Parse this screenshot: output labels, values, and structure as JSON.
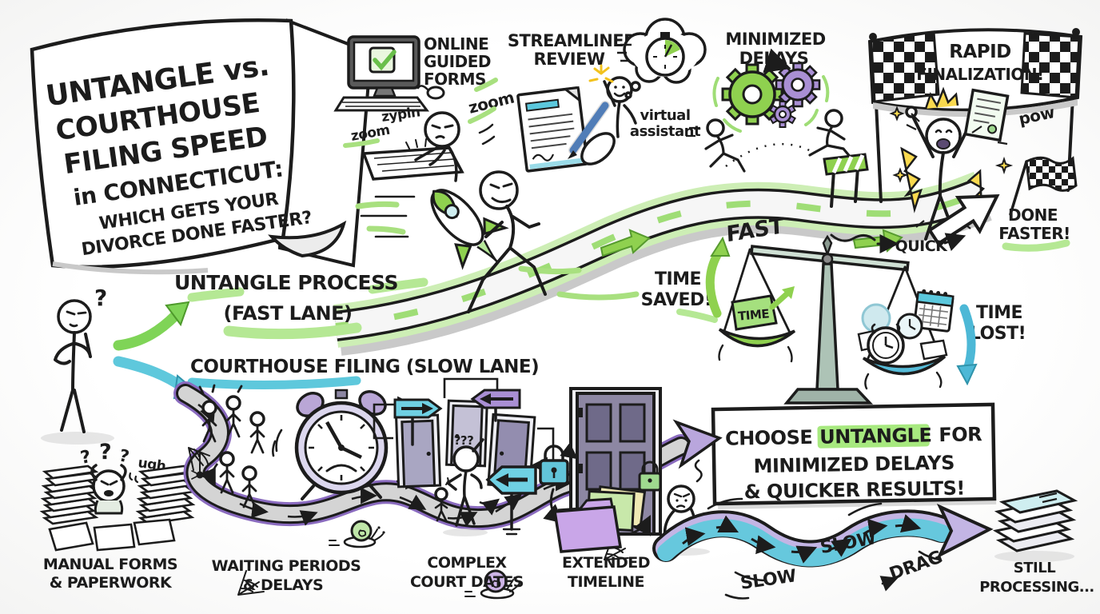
{
  "colors": {
    "ink": "#1c1c1c",
    "green": "#8fd14f",
    "green_light": "#b5e894",
    "teal": "#5bc8dd",
    "purple": "#a18fd0",
    "yellow": "#f7d84b",
    "road_gray": "#d9d9d9"
  },
  "title_card": {
    "line1": "UNTANGLE vs.",
    "line2": "COURTHOUSE",
    "line3": "FILING SPEED",
    "line4": "in CONNECTICUT:",
    "line5": "WHICH GETS YOUR",
    "line6": "DIVORCE DONE FASTER?"
  },
  "online_forms": {
    "line1": "ONLINE",
    "line2": "GUIDED",
    "line3": "FORMS",
    "sfx1": "zypin",
    "sfx2": "zoom",
    "sfx3": "zoom"
  },
  "streamlined_review": {
    "line1": "STREAMLINED",
    "line2": "REVIEW",
    "assistant1": "virtual",
    "assistant2": "assistant"
  },
  "minimized_delays": {
    "line1": "MINIMIZED",
    "line2": "DELAYS"
  },
  "rapid_finalization": {
    "line1": "RAPID",
    "line2": "FINALIZATION!",
    "pow": "pow",
    "done1": "DONE",
    "done2": "FASTER!",
    "quick": "QUICK"
  },
  "fast_lane": {
    "label": "UNTANGLE PROCESS",
    "sublabel": "(FAST LANE)",
    "road_word": "FAST"
  },
  "slow_lane": {
    "label": "COURTHOUSE FILING (SLOW LANE)"
  },
  "decision": {
    "question_mark": "?"
  },
  "scale": {
    "saved1": "TIME",
    "saved2": "SAVED!",
    "weight": "TIME",
    "lost1": "TIME",
    "lost2": "LOST!"
  },
  "choose_box": {
    "pre": "CHOOSE",
    "highlight": "UNTANGLE",
    "post": "FOR",
    "line2": "MINIMIZED DELAYS",
    "line3": "& QUICKER RESULTS!"
  },
  "manual_forms": {
    "q1": "?",
    "q2": "?",
    "q3": "?",
    "ugh": "ugh.",
    "line1": "MANUAL FORMS",
    "line2": "& PAPERWORK"
  },
  "waiting": {
    "line1": "WAITING PERIODS",
    "line2": "& DELAYS"
  },
  "court_dates": {
    "confused": "???",
    "line1": "COMPLEX",
    "line2": "COURT DATES"
  },
  "extended": {
    "line1": "EXTENDED",
    "line2": "TIMELINE"
  },
  "slow_flow": {
    "word1": "SLOW",
    "word2": "SLOW",
    "word3": "DRAG"
  },
  "processing": {
    "line1": "STILL",
    "line2": "PROCESSING..."
  }
}
